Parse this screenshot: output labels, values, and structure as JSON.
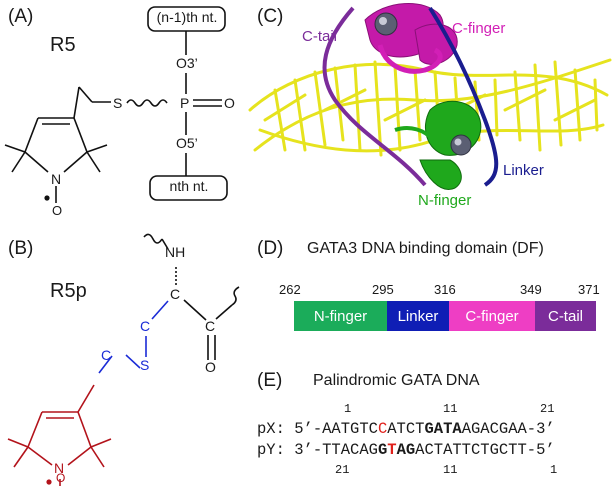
{
  "panelA": {
    "label": "(A)",
    "name": "R5",
    "box_top": "(n-1)th nt.",
    "box_bottom": "nth nt.",
    "o3": "O3’",
    "o5": "O5’",
    "p": "P",
    "o": "O",
    "s": "S",
    "n": "N",
    "o_nitroxide": "O"
  },
  "panelB": {
    "label": "(B)",
    "name": "R5p",
    "nh": "NH",
    "c_alpha": "C",
    "c_beta": "C",
    "s": "S",
    "c_ring": "C",
    "c_carbonyl": "C",
    "o": "O",
    "n": "N",
    "o_nitroxide": "O"
  },
  "panelC": {
    "label": "(C)",
    "c_tail": "C-tail",
    "c_finger": "C-finger",
    "linker": "Linker",
    "n_finger": "N-finger"
  },
  "panelD": {
    "label": "(D)",
    "title": "GATA3 DNA binding domain (DF)",
    "boundaries": [
      "262",
      "295",
      "316",
      "349",
      "371"
    ],
    "segments": [
      {
        "name": "N-finger",
        "color": "#1bac5a"
      },
      {
        "name": "Linker",
        "color": "#0f1eb5"
      },
      {
        "name": "C-finger",
        "color": "#ee3ec4"
      },
      {
        "name": "C-tail",
        "color": "#7b2c9a"
      }
    ]
  },
  "panelE": {
    "label": "(E)",
    "title": "Palindromic GATA DNA",
    "top_numbers": [
      "1",
      "11",
      "21"
    ],
    "bottom_numbers": [
      "21",
      "11",
      "1"
    ],
    "px": {
      "name": "pX:",
      "prefix": "5’-AATGTC",
      "red": "C",
      "mid": "ATCT",
      "bold": "GATA",
      "suffix": "AGACGAA-3’"
    },
    "py": {
      "name": "pY:",
      "prefix": "3’-TTACAG",
      "bold_g": "G",
      "bold_red_t": "T",
      "bold_ag": "AG",
      "suffix": "ACTATTCTGCTT-5’"
    }
  },
  "colors": {
    "dna": "#e6e31e",
    "c_tail": "#7b2c9a",
    "c_finger": "#d21fb6",
    "linker": "#1a1d8f",
    "n_finger": "#1fa81c",
    "blue_chain": "#1a2bd6",
    "red_ring": "#b3131b"
  }
}
